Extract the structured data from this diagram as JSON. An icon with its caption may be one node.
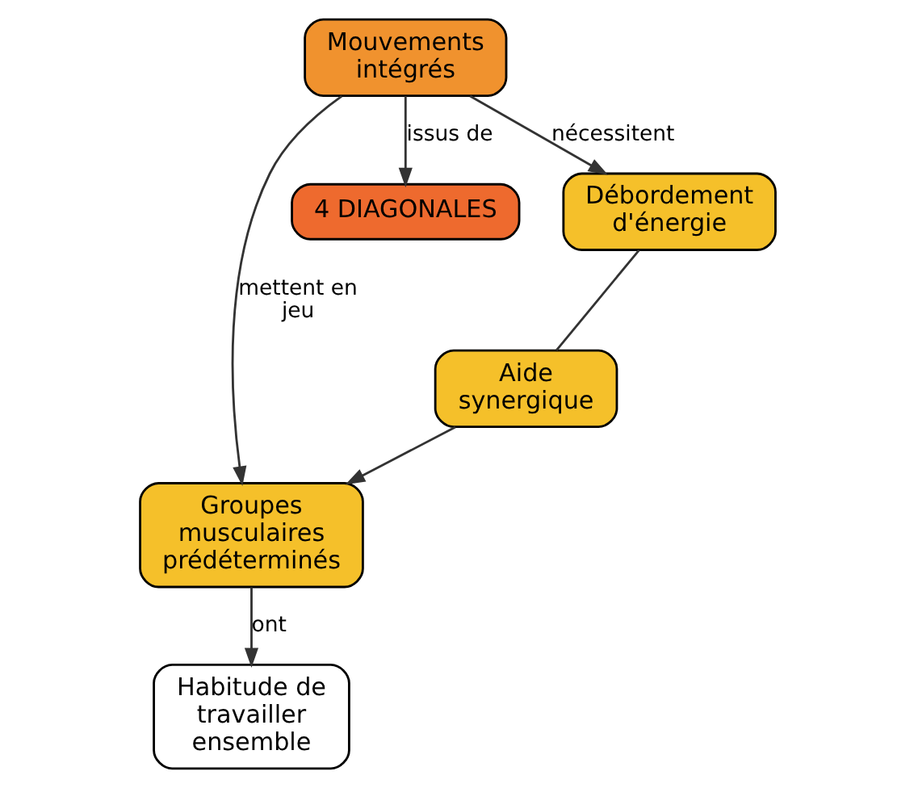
{
  "diagram": {
    "nodes": [
      {
        "text": [
          "Mouvements intégrés"
        ]
      },
      {
        "text": [
          "Groupes musculaires prédéterminés"
        ]
      },
      {
        "text": [
          "4 DIAGONALES"
        ]
      },
      {
        "text": [
          "Débordement d'énergie"
        ]
      },
      {
        "text": [
          "Aide synergique"
        ]
      },
      {
        "text": [
          "Habitude de travailler ensemble"
        ]
      }
    ],
    "edges": [
      {
        "from": 0,
        "to": 1,
        "arrow": "to",
        "label": "mettent en jeu"
      },
      {
        "from": 0,
        "to": 2,
        "arrow": "to",
        "label": "issus de"
      },
      {
        "from": 0,
        "to": 3,
        "arrow": "to",
        "label": "nécessitent"
      },
      {
        "from": 3,
        "to": 4,
        "arrow": "none"
      },
      {
        "from": 4,
        "to": 1,
        "arrow": "to"
      },
      {
        "from": 1,
        "to": 5,
        "arrow": "to",
        "label": "ont"
      }
    ]
  }
}
